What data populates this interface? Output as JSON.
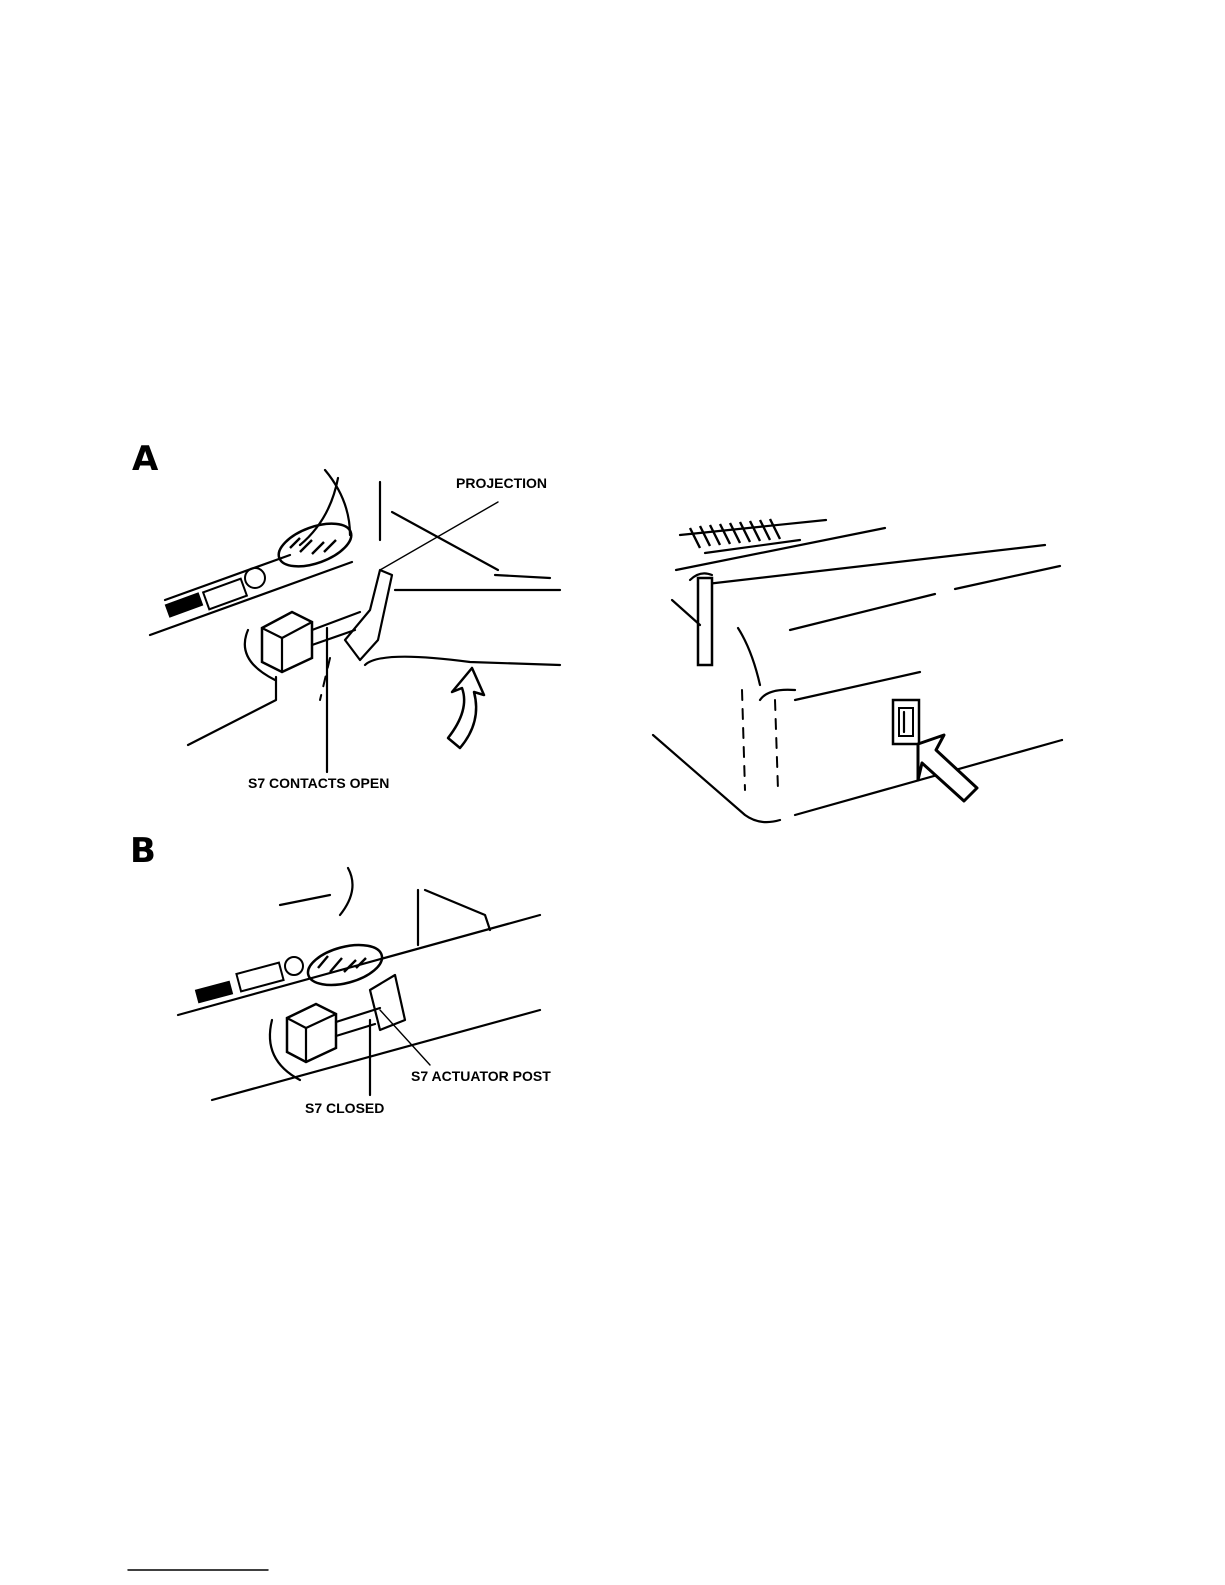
{
  "panel_a": {
    "letter": "A",
    "callouts": {
      "projection": "PROJECTION",
      "contacts_open": "S7 CONTACTS OPEN"
    }
  },
  "panel_b": {
    "letter": "B",
    "callouts": {
      "actuator_post": "S7 ACTUATOR POST",
      "closed": "S7 CLOSED"
    }
  },
  "icons": {
    "direction_arrow": "curved-up-arrow",
    "pointer_arrow": "outline-pointer-arrow",
    "power_switch": "rocker-switch"
  },
  "colors": {
    "ink": "#000000",
    "paper": "#ffffff"
  }
}
